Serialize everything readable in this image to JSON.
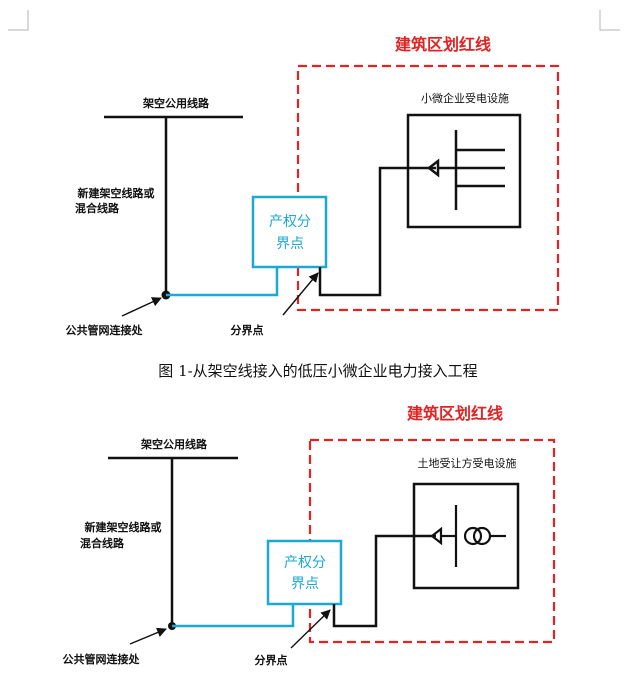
{
  "colors": {
    "boundary_red": "#e02424",
    "property_blue": "#1ba8d4",
    "line_black": "#111111"
  },
  "diagram1": {
    "overhead_line_label": "架空公用线路",
    "new_line_label_1": "新建架空线路或",
    "new_line_label_2": "混合线路",
    "public_grid_label": "公共管网连接处",
    "boundary_point_label": "分界点",
    "property_box_line1": "产权分",
    "property_box_line2": "界点",
    "red_line_title": "建筑区划红线",
    "facility_label": "小微企业受电设施",
    "caption": "图 1-从架空线接入的低压小微企业电力接入工程"
  },
  "diagram2": {
    "overhead_line_label": "架空公用线路",
    "new_line_label_1": "新建架空线路或",
    "new_line_label_2": "混合线路",
    "public_grid_label": "公共管网连接处",
    "boundary_point_label": "分界点",
    "property_box_line1": "产权分",
    "property_box_line2": "界点",
    "red_line_title": "建筑区划红线",
    "facility_label": "土地受让方受电设施"
  }
}
